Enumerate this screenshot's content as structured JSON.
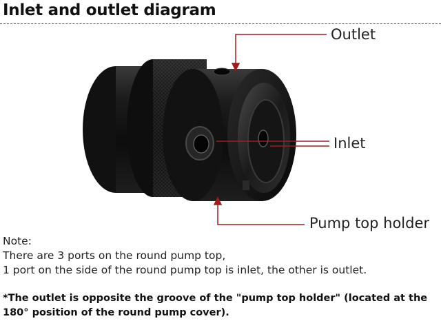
{
  "title": "Inlet and outlet diagram",
  "callouts": {
    "outlet": "Outlet",
    "inlet": "Inlet",
    "pump_top_holder": "Pump top holder"
  },
  "callout_color": "#a01c1c",
  "notes": {
    "heading": "Note:",
    "line1": "There are 3 ports on the round pump top,",
    "line2": "1 port on the side of the round pump top is inlet, the other is outlet."
  },
  "warning": {
    "line1": "*The outlet is opposite the groove of the \"pump top holder\" (located at the",
    "line2": "180° position of the round pump cover)."
  }
}
